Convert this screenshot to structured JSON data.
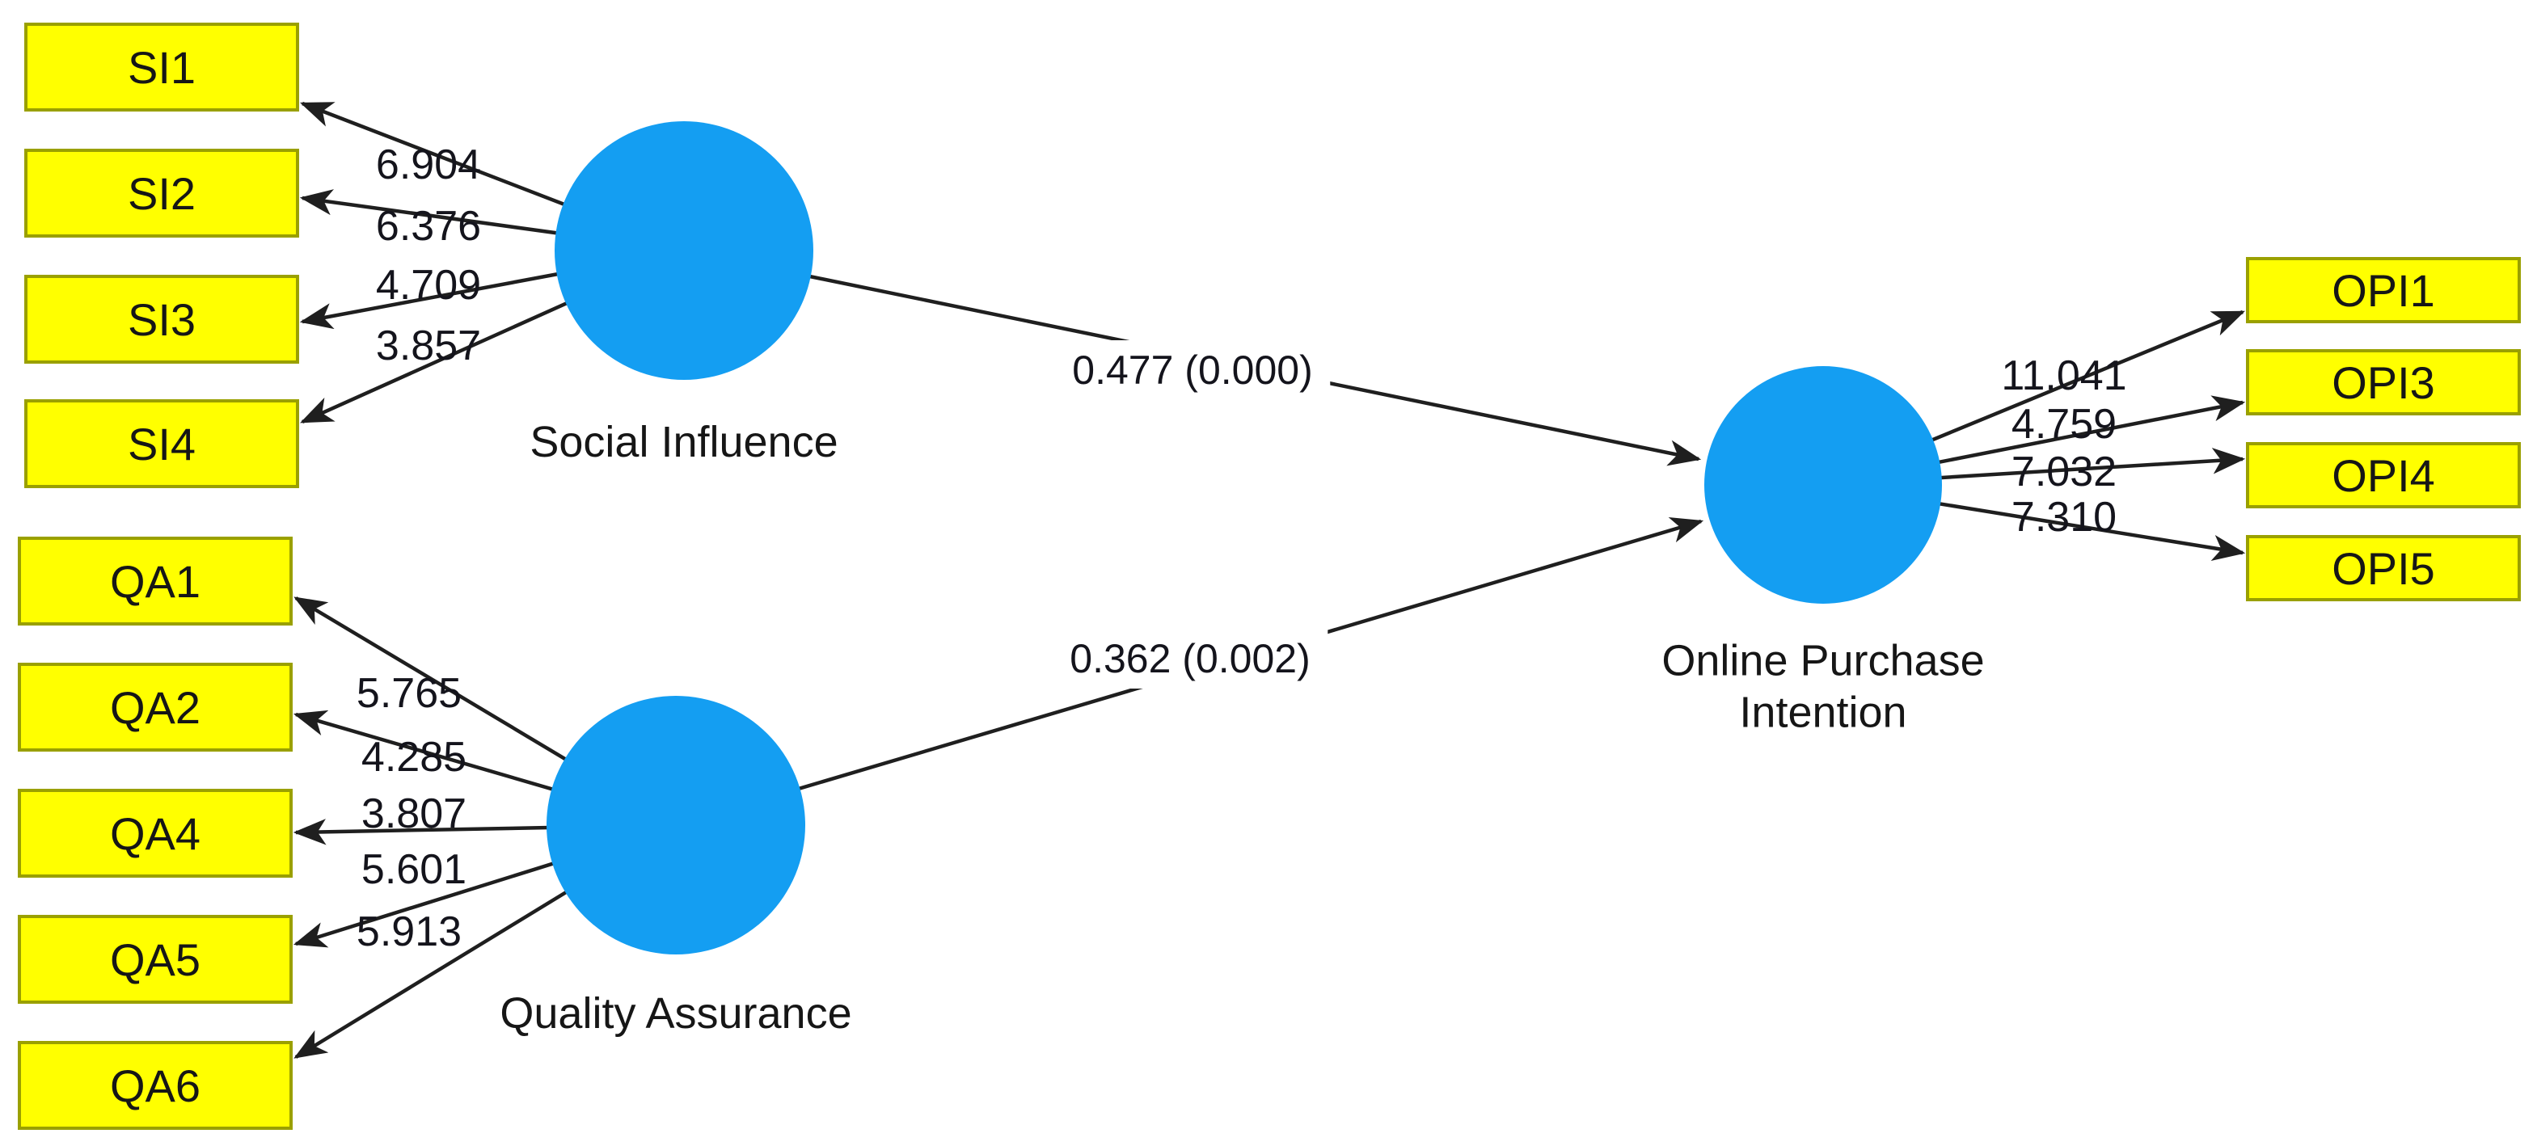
{
  "constructs": {
    "social_influence": {
      "label": "Social Influence"
    },
    "quality_assurance": {
      "label": "Quality Assurance"
    },
    "online_purchase_intention": {
      "label_line1": "Online Purchase",
      "label_line2": "Intention"
    }
  },
  "indicators": {
    "si": [
      {
        "label": "SI1",
        "t_value": "6.904"
      },
      {
        "label": "SI2",
        "t_value": "6.376"
      },
      {
        "label": "SI3",
        "t_value": "4.709"
      },
      {
        "label": "SI4",
        "t_value": "3.857"
      }
    ],
    "qa": [
      {
        "label": "QA1",
        "t_value": "5.765"
      },
      {
        "label": "QA2",
        "t_value": "4.285"
      },
      {
        "label": "QA4",
        "t_value": "3.807"
      },
      {
        "label": "QA5",
        "t_value": "5.601"
      },
      {
        "label": "QA6",
        "t_value": "5.913"
      }
    ],
    "opi": [
      {
        "label": "OPI1",
        "t_value": "11.041"
      },
      {
        "label": "OPI3",
        "t_value": "4.759"
      },
      {
        "label": "OPI4",
        "t_value": "7.032"
      },
      {
        "label": "OPI5",
        "t_value": "7.310"
      }
    ]
  },
  "paths": [
    {
      "from": "Social Influence",
      "to": "Online Purchase Intention",
      "label": "0.477 (0.000)"
    },
    {
      "from": "Quality Assurance",
      "to": "Online Purchase Intention",
      "label": "0.362 (0.002)"
    }
  ],
  "colors": {
    "construct_fill": "#149EF2",
    "indicator_fill": "#FFFF00",
    "indicator_border": "#9AA000",
    "line": "#1F1F1F",
    "text": "#161616",
    "background": "#FFFFFF"
  }
}
